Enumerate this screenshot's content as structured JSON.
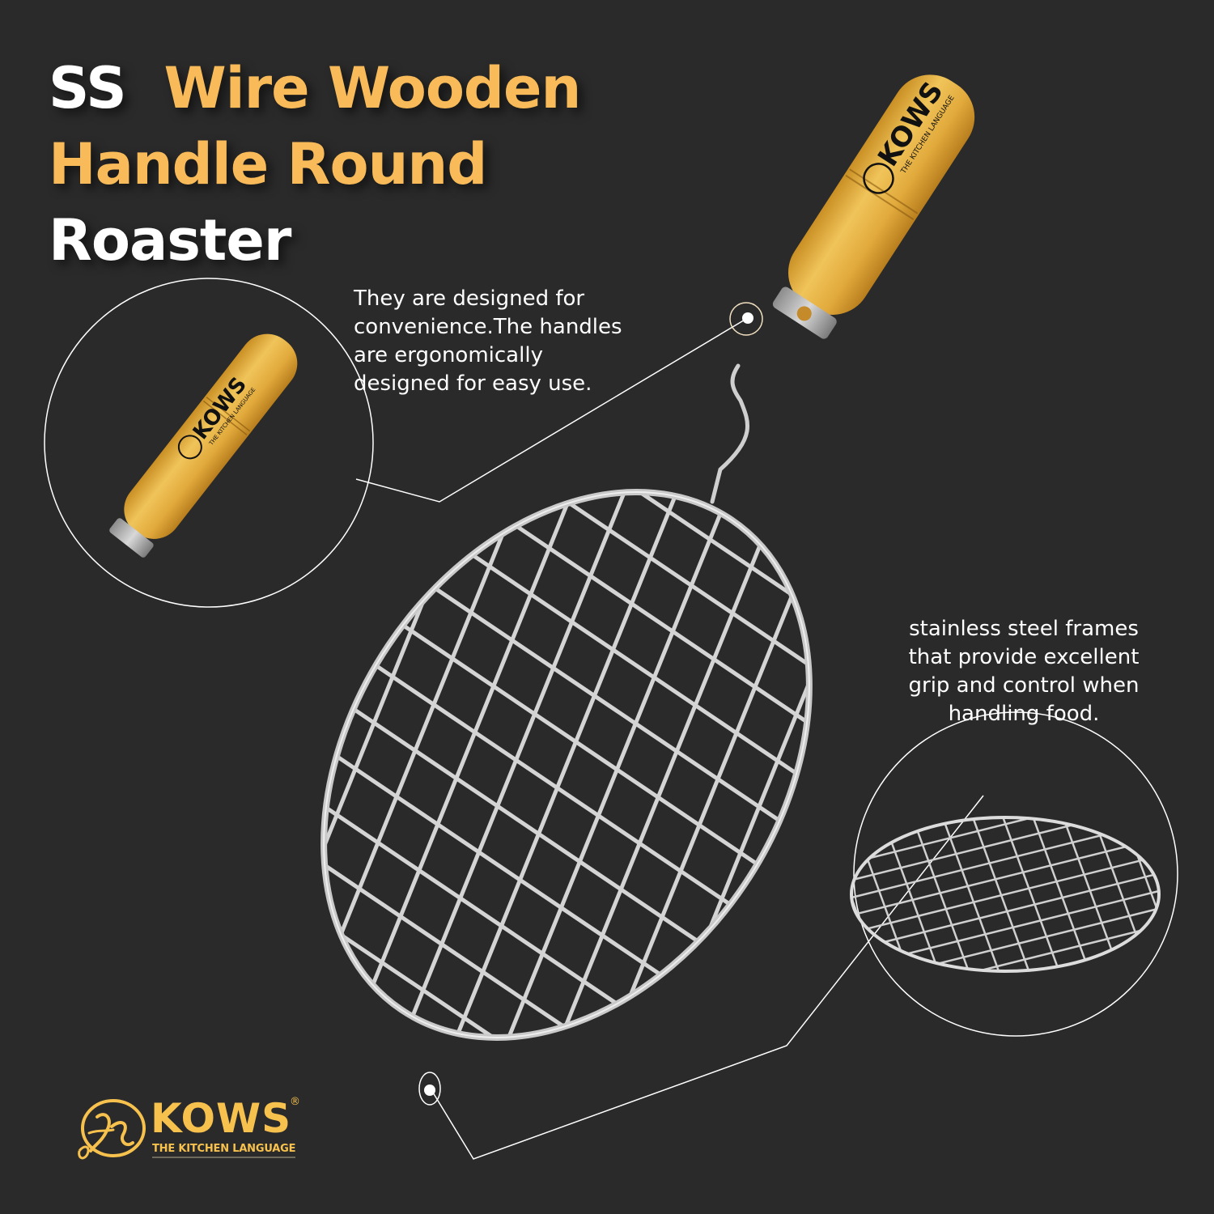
{
  "title": {
    "line1_white": "SS",
    "line1_gold": "Wire Wooden",
    "line2_gold": "Handle Round",
    "line3_white": "Roaster"
  },
  "callouts": [
    {
      "id": "handle",
      "lines": [
        "They are designed for",
        "convenience.The handles",
        "are ergonomically",
        "designed for easy use."
      ]
    },
    {
      "id": "frame",
      "lines": [
        "stainless steel frames",
        "that provide excellent",
        "grip and control when",
        "handling food."
      ]
    }
  ],
  "handle_print": {
    "brand": "KOWS",
    "tagline": "THE KITCHEN LANGUAGE"
  },
  "logo": {
    "brand": "KOWS",
    "registered": "®",
    "tagline": "THE KITCHEN LANGUAGE"
  },
  "colors": {
    "background": "#2a2a2a",
    "accent_gold": "#f9bb59",
    "logo_gold": "#f7c14e",
    "wood": "#e0a83a",
    "steel": "#d6d6d6",
    "text": "#ffffff"
  }
}
